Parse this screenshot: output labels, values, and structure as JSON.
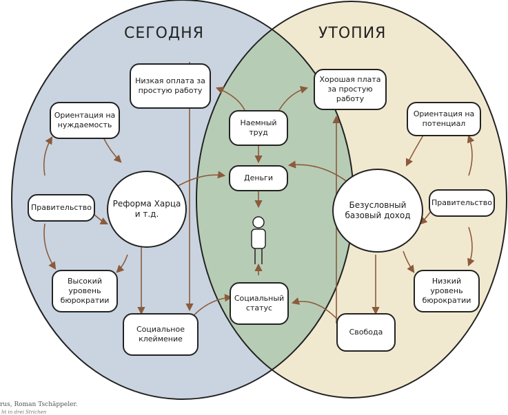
{
  "titles": {
    "left": "СЕГОДНЯ",
    "right": "УТОПИЯ"
  },
  "colors": {
    "left_circle": "#c9d4e0",
    "right_circle": "#f1e9cf",
    "overlap": "#b7ccb5",
    "arrow": "#8c5a3c",
    "line": "#222222"
  },
  "nodes": {
    "low_pay": "Низкая оплата за простую работу",
    "good_pay": "Хорошая плата за простую работу",
    "need_orientation": "Ориентация на нуждаемость",
    "potential_orientation": "Ориентация на потенциал",
    "hired_labor": "Наемный труд",
    "money": "Деньги",
    "reform": "Реформа Харца и т.д.",
    "ubi": "Безусловный базовый доход",
    "government_left": "Правительство",
    "government_right": "Правительство",
    "high_bureaucracy": "Высокий уровень бюрократии",
    "low_bureaucracy": "Низкий уровень бюрократии",
    "social_status": "Социальный статус",
    "social_stigma": "Социальное клеймение",
    "freedom": "Свобода"
  },
  "person_icon": "person-icon",
  "credit": {
    "line1": "rus, Roman Tschäppeler.",
    "line2": "ht in drei Strichen"
  }
}
